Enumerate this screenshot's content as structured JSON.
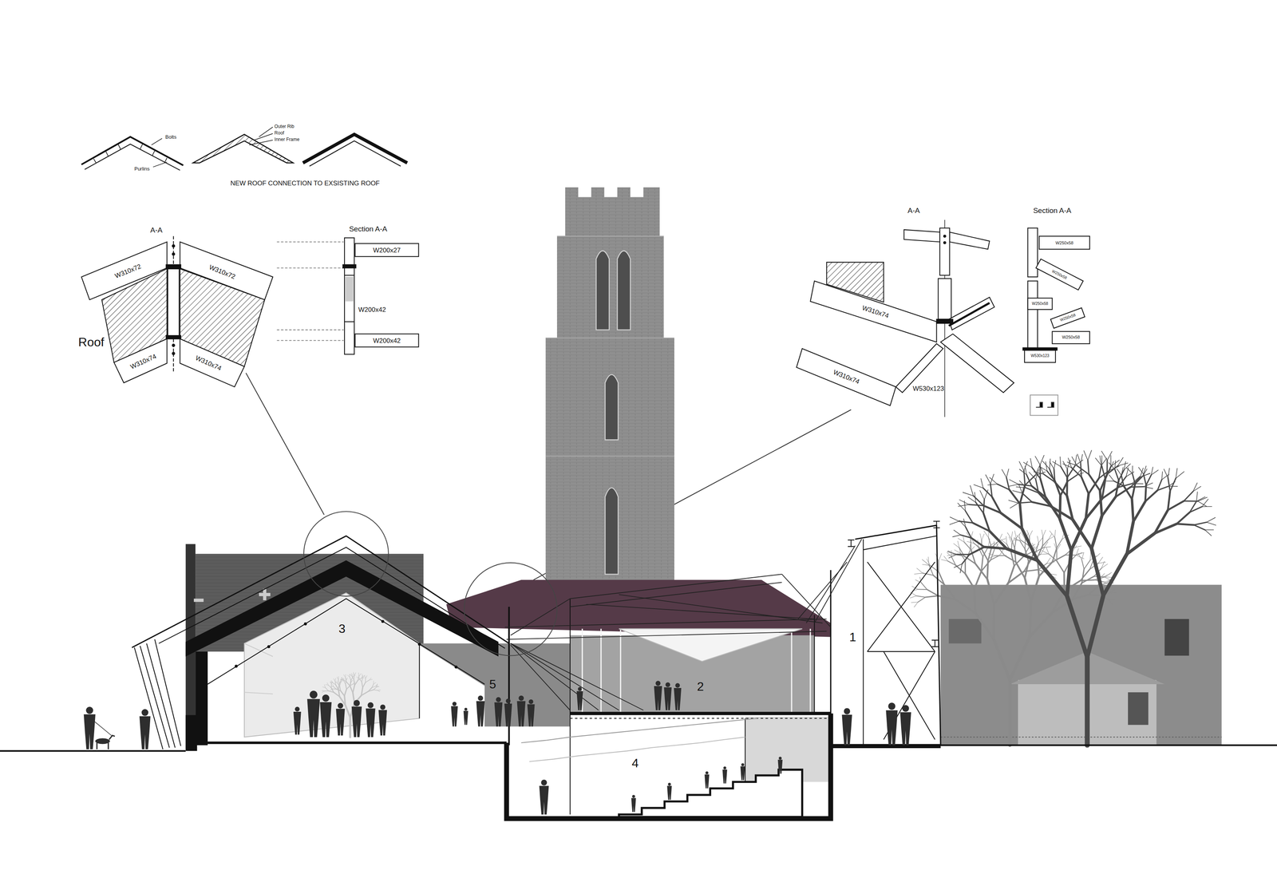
{
  "diagram": {
    "labels": [
      "Bolts",
      "Purlins",
      "Outer Rib",
      "Roof",
      "Inner Frame",
      "NEW ROOF CONNECTION TO EXSISTING ROOF",
      "A-A",
      "Section A-A",
      "W310x72",
      "W310x72",
      "Roof",
      "W310x74",
      "W310x74",
      "W200x27",
      "W200x42",
      "W200x42",
      "A-A",
      "Section A-A",
      "W310x74",
      "W310x74",
      "W530x123",
      "W250x58",
      "W250x58",
      "W250x58",
      "W250x58",
      "W250x58",
      "W530x123",
      "3",
      "5",
      "2",
      "1",
      "4"
    ]
  }
}
